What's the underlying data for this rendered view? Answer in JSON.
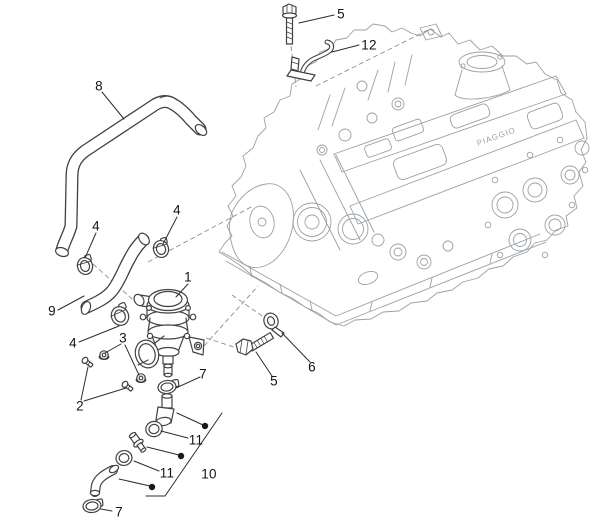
{
  "figure": {
    "kind": "exploded parts line drawing",
    "engine_brand_text": "PIAGGIO"
  },
  "colors": {
    "background": "#ffffff",
    "part_line": "#3f4245",
    "engine_line": "#9aa1a6",
    "leader_line": "#2d2d2d",
    "label_text": "#141414",
    "dash_line": "#8a8f93",
    "dot": "#1a1a1a"
  },
  "callouts": [
    {
      "id": "5-top",
      "text": "5"
    },
    {
      "id": "12",
      "text": "12"
    },
    {
      "id": "8",
      "text": "8"
    },
    {
      "id": "4-left",
      "text": "4"
    },
    {
      "id": "4-right",
      "text": "4"
    },
    {
      "id": "1",
      "text": "1"
    },
    {
      "id": "9",
      "text": "9"
    },
    {
      "id": "4-bottom",
      "text": "4"
    },
    {
      "id": "3",
      "text": "3"
    },
    {
      "id": "2",
      "text": "2"
    },
    {
      "id": "7-top",
      "text": "7"
    },
    {
      "id": "11-upper",
      "text": "11"
    },
    {
      "id": "11-lower",
      "text": "11"
    },
    {
      "id": "10",
      "text": "10"
    },
    {
      "id": "7-bottom",
      "text": "7"
    },
    {
      "id": "5-bottom",
      "text": "5"
    },
    {
      "id": "6",
      "text": "6"
    }
  ]
}
